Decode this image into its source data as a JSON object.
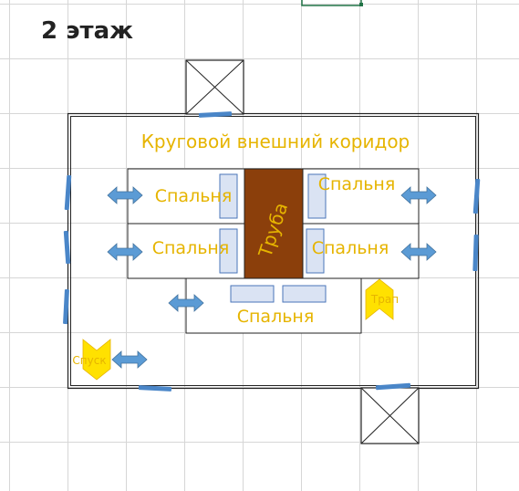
{
  "title": "2 этаж",
  "labels": {
    "corridor": "Круговой внешний коридор",
    "pipe": "Труба",
    "bedroom_top_left": "Спальня",
    "bedroom_top_right": "Спальня",
    "bedroom_mid_left": "Спальня",
    "bedroom_mid_right": "Спальня",
    "bedroom_bottom": "Спальня",
    "ladder_up": "Трап",
    "ladder_down": "Спуск"
  },
  "colors": {
    "label": "#e6b400",
    "pipe": "#8b3f0b",
    "furniture": "#dae3f3",
    "furniture_stroke": "#4a76b8",
    "arrow": "#5b9bd5",
    "window": "#4a86c8",
    "ladder": "#ffe100"
  }
}
